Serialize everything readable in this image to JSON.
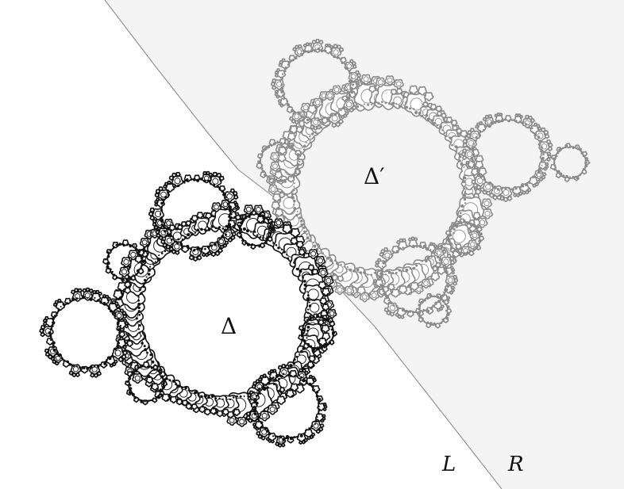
{
  "labels": {
    "delta": "Δ",
    "delta_prime": "Δ′",
    "left_region": "L",
    "right_region": "R"
  },
  "colors": {
    "delta_set": "#111111",
    "delta_prime_set": "#8a8a8a",
    "right_region_fill": "#f4f4f4",
    "boundary": "#8c8c8c"
  }
}
